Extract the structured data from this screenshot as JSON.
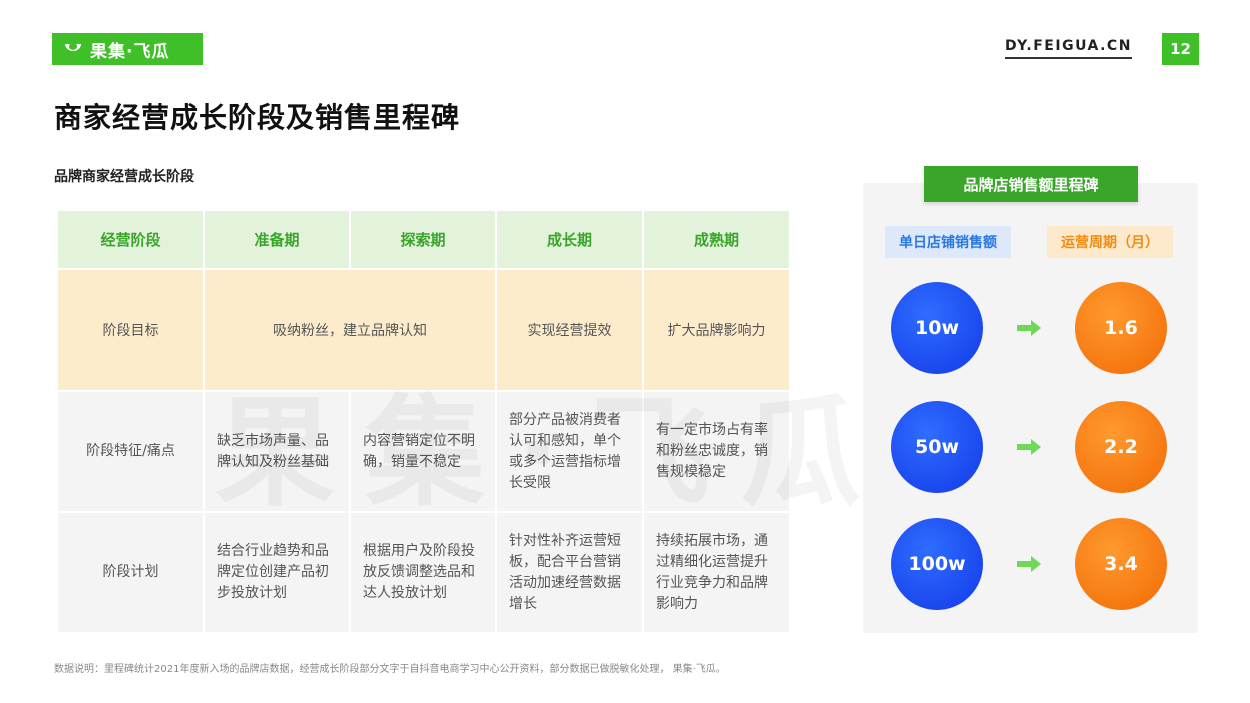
{
  "brand": {
    "name": "果集·飞瓜",
    "site": "DY.FEIGUA.CN",
    "page": "12",
    "color": "#3fbf28"
  },
  "title": "商家经营成长阶段及销售里程碑",
  "subtitle": "品牌商家经营成长阶段",
  "watermark": "果集·飞瓜",
  "table": {
    "headers": [
      "经营阶段",
      "准备期",
      "探索期",
      "成长期",
      "成熟期"
    ],
    "goal": {
      "label": "阶段目标",
      "prep_explore": "吸纳粉丝，建立品牌认知",
      "growth": "实现经营提效",
      "mature": "扩大品牌影响力"
    },
    "pain": {
      "label": "阶段特征/痛点",
      "cells": [
        "缺乏市场声量、品牌认知及粉丝基础",
        "内容营销定位不明确，销量不稳定",
        "部分产品被消费者认可和感知，单个或多个运营指标增长受限",
        "有一定市场占有率和粉丝忠诚度，销售规模稳定"
      ]
    },
    "plan": {
      "label": "阶段计划",
      "cells": [
        "结合行业趋势和品牌定位创建产品初步投放计划",
        "根据用户及阶段投放反馈调整选品和达人投放计划",
        "针对性补齐运营短板，配合平台营销活动加速经营数据增长",
        "持续拓展市场，通过精细化运营提升行业竞争力和品牌影响力"
      ]
    }
  },
  "milestone": {
    "title": "品牌店销售额里程碑",
    "col_left": "单日店铺销售额",
    "col_right": "运营周期（月）",
    "rows": [
      {
        "sales": "10w",
        "months": "1.6"
      },
      {
        "sales": "50w",
        "months": "2.2"
      },
      {
        "sales": "100w",
        "months": "3.4"
      }
    ]
  },
  "footnote": "数据说明：里程碑统计2021年度新入场的品牌店数据，经营成长阶段部分文字于自抖音电商学习中心公开资料，部分数据已做脱敏化处理， 果集·飞瓜。"
}
